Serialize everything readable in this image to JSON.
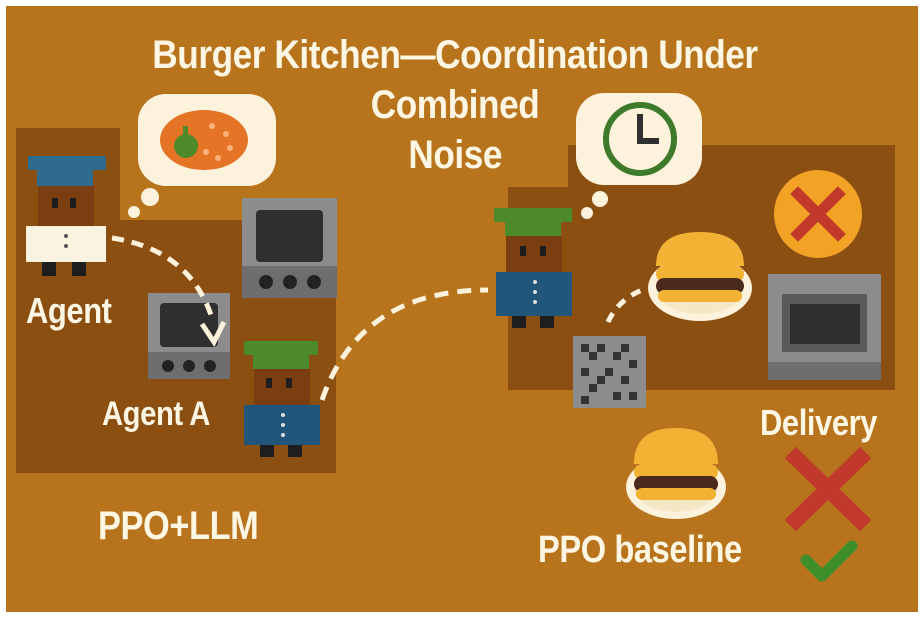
{
  "title": {
    "line1": "Burger Kitchen—Coordination Under Combined",
    "line2": "Noise"
  },
  "labels": {
    "agent": "Agent",
    "agent_a": "Agent A",
    "ppo_llm": "PPO+LLM",
    "ppo_baseline": "PPO baseline",
    "delivery": "Delivery"
  },
  "colors": {
    "background": "#B8741D",
    "panel": "#8B4F12",
    "text": "#FDF6E3",
    "fail_red": "#C0392B",
    "success_green": "#3E8E2A",
    "clock_green": "#3E7A2C"
  },
  "icons": [
    "tomato-thought-icon",
    "clock-thought-icon",
    "fail-badge-icon",
    "burger-icon",
    "noise-grid-icon",
    "stove-icon",
    "cross-icon",
    "check-icon"
  ]
}
